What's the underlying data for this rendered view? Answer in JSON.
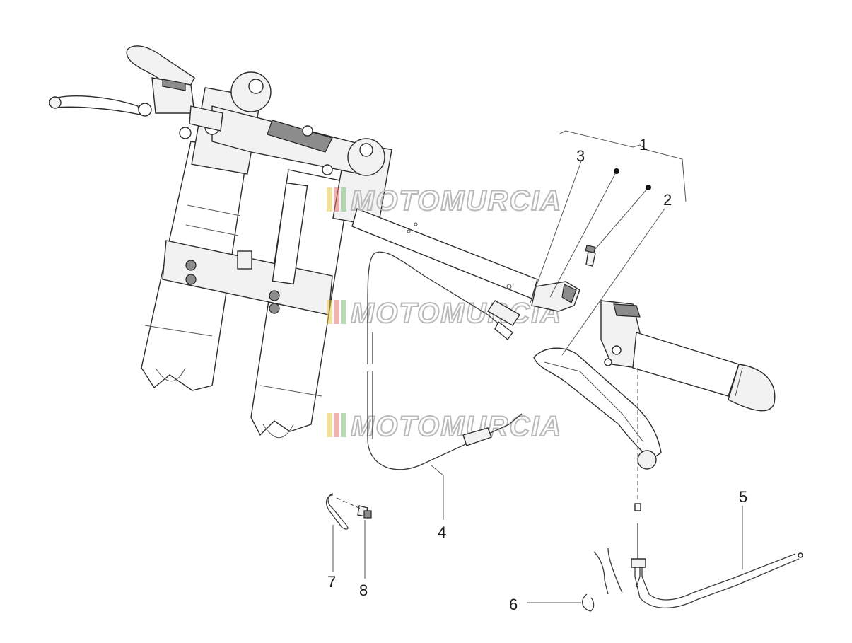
{
  "callouts": [
    {
      "id": "1",
      "label": "1"
    },
    {
      "id": "2",
      "label": "2"
    },
    {
      "id": "3",
      "label": "3"
    },
    {
      "id": "4",
      "label": "4"
    },
    {
      "id": "5",
      "label": "5"
    },
    {
      "id": "6",
      "label": "6"
    },
    {
      "id": "7",
      "label": "7"
    },
    {
      "id": "8",
      "label": "8"
    }
  ],
  "watermark": {
    "text": "MOTOMURCIA",
    "stripe_colors": [
      "#e8c64a",
      "#e57373",
      "#7fb97f"
    ]
  },
  "colors": {
    "line": "#3a3a3a",
    "background": "#ffffff"
  }
}
